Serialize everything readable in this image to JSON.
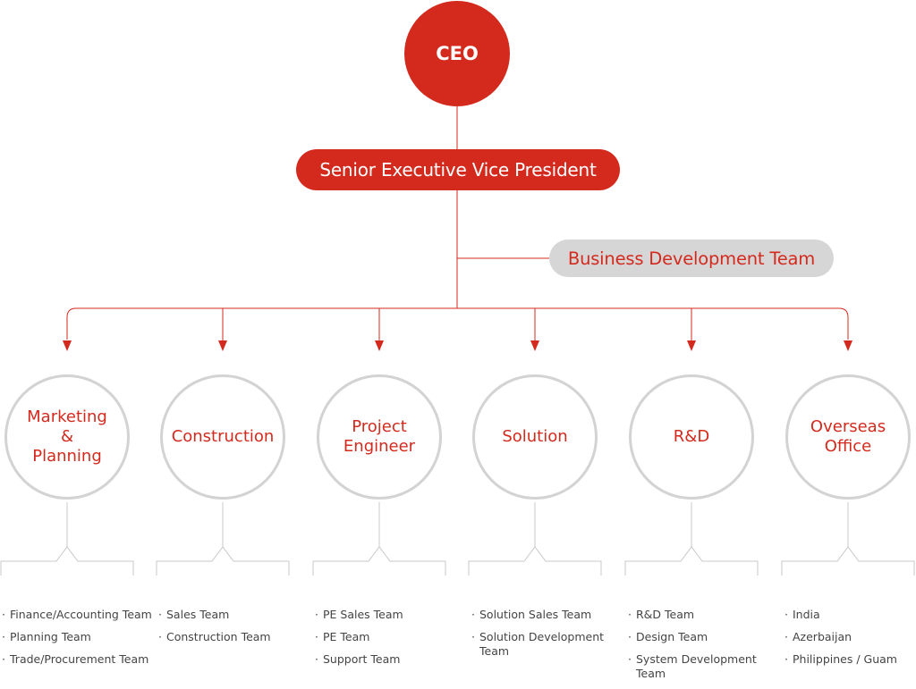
{
  "colors": {
    "accent": "#d42a1e",
    "gray_fill": "#d6d6d6",
    "circle_border": "#d3d3d3",
    "bracket": "#c8c8c8"
  },
  "ceo": {
    "label": "CEO"
  },
  "svp": {
    "label": "Senior Executive Vice President"
  },
  "business_dev": {
    "label": "Business Development Team"
  },
  "departments": [
    {
      "id": "marketing",
      "lines": [
        "Marketing",
        "&",
        "Planning"
      ],
      "teams": [
        "Finance/Accounting Team",
        "Planning Team",
        "Trade/Procurement Team"
      ]
    },
    {
      "id": "construction",
      "lines": [
        "Construction"
      ],
      "teams": [
        "Sales Team",
        "Construction Team"
      ]
    },
    {
      "id": "project-engineer",
      "lines": [
        "Project",
        "Engineer"
      ],
      "teams": [
        "PE Sales Team",
        "PE Team",
        "Support Team"
      ]
    },
    {
      "id": "solution",
      "lines": [
        "Solution"
      ],
      "teams": [
        "Solution Sales Team",
        "Solution Development Team"
      ]
    },
    {
      "id": "rnd",
      "lines": [
        "R&D"
      ],
      "teams": [
        "R&D Team",
        "Design Team",
        "System Development Team"
      ]
    },
    {
      "id": "overseas",
      "lines": [
        "Overseas",
        "Office"
      ],
      "teams": [
        "India",
        "Azerbaijan",
        "Philippines / Guam"
      ]
    }
  ]
}
